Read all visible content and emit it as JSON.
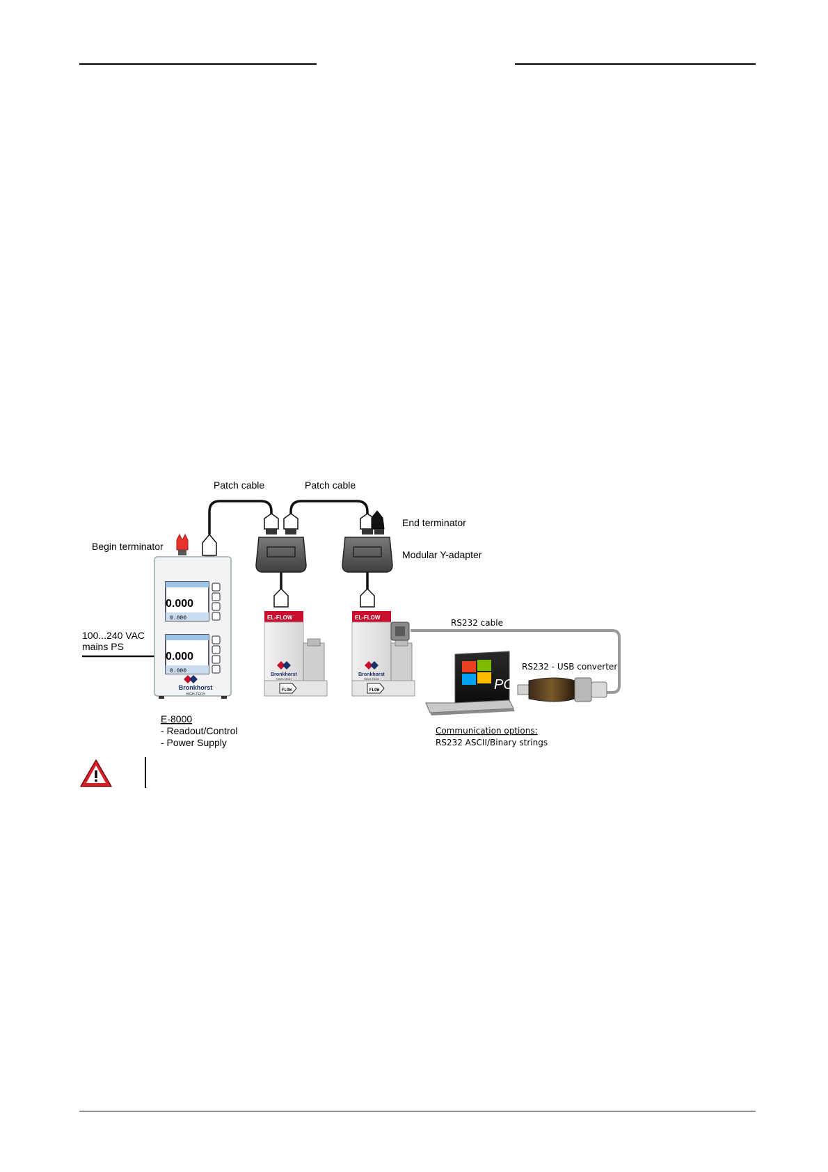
{
  "labels": {
    "patch_cable_1": "Patch cable",
    "patch_cable_2": "Patch cable",
    "end_terminator": "End terminator",
    "begin_terminator": "Begin terminator",
    "modular_y_adapter": "Modular Y-adapter",
    "mains_line1": "100...240 VAC",
    "mains_line2": "mains PS",
    "rs232_cable": "RS232 cable",
    "rs232_usb_converter": "RS232 - USB converter",
    "e8000_title": "E-8000",
    "e8000_item1": "- Readout/Control",
    "e8000_item2": "- Power Supply",
    "comm_title": "Communication options:",
    "comm_item1": "RS232 ASCII/Binary strings",
    "pc_label": "PC"
  },
  "device": {
    "screen1_value": "0.000",
    "screen1_sub": "0.000",
    "screen2_value": "0.000",
    "screen2_sub": "0.000",
    "brand_line1": "Bronkhorst",
    "brand_line2": "HIGH-TECH"
  },
  "meters": {
    "model": "EL-FLOW",
    "flow_label": "FLOW",
    "brand_line1": "Bronkhorst",
    "brand_line2": "HIGH-TECH"
  },
  "colors": {
    "rule": "#000000",
    "terminator_begin": "#e8322d",
    "terminator_end": "#000000",
    "meter_red": "#c8102e",
    "warning_red": "#d7202a",
    "adapter_gray": "#5a5a5a"
  },
  "icons": {
    "warning": "warning-triangle-icon"
  }
}
